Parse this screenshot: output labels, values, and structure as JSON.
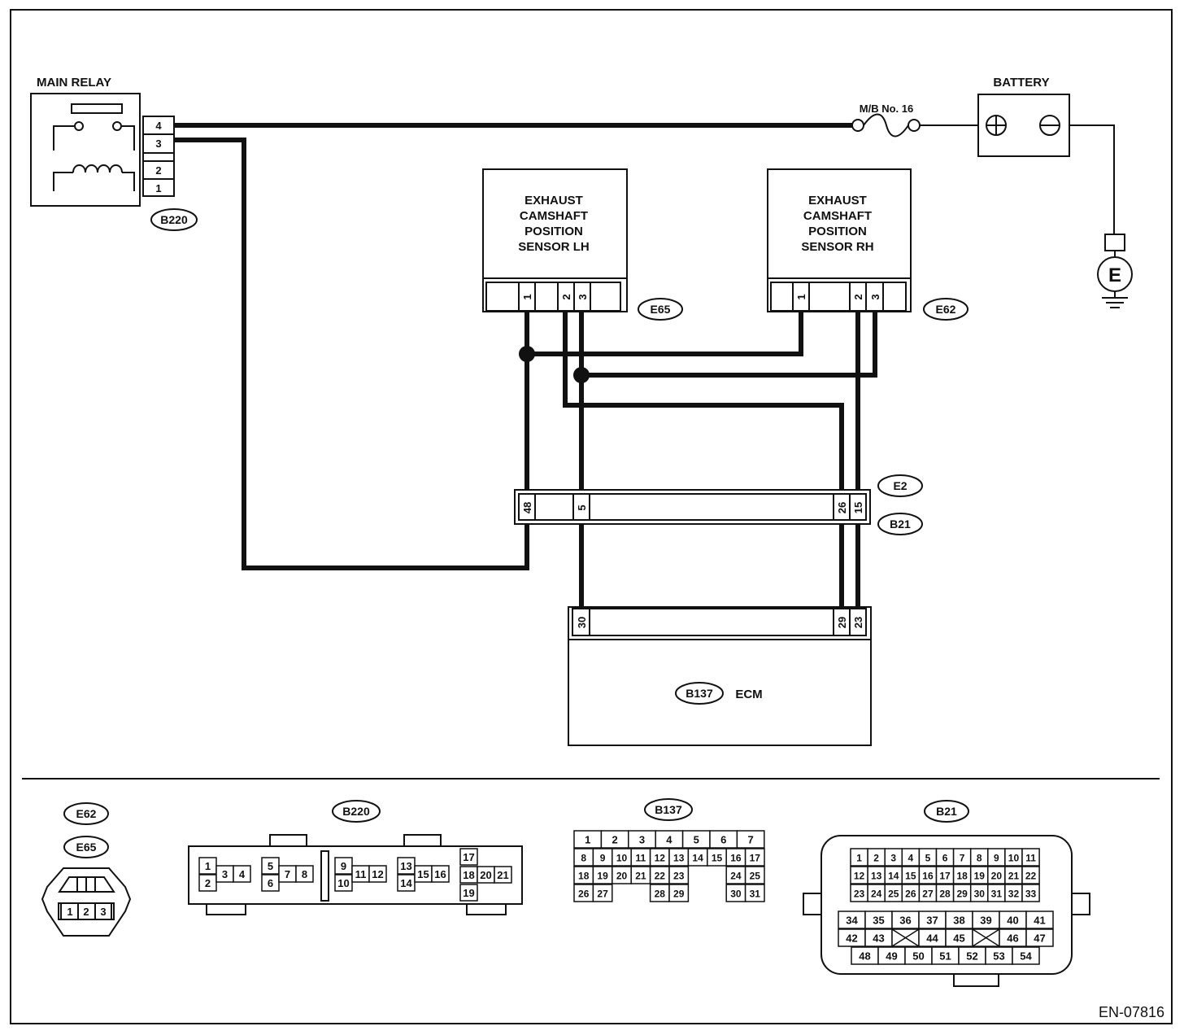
{
  "components": {
    "main_relay": "MAIN RELAY",
    "battery": "BATTERY",
    "fuse": "M/B No. 16",
    "ground": "E",
    "sensor_lh": [
      "EXHAUST",
      "CAMSHAFT",
      "POSITION",
      "SENSOR LH"
    ],
    "sensor_rh": [
      "EXHAUST",
      "CAMSHAFT",
      "POSITION",
      "SENSOR RH"
    ],
    "ecm": "ECM"
  },
  "connectors": {
    "b220": "B220",
    "e65": "E65",
    "e62": "E62",
    "e2": "E2",
    "b21": "B21",
    "b137": "B137"
  },
  "pins": {
    "relay": [
      "4",
      "3",
      "2",
      "1"
    ],
    "e65": [
      "1",
      "2",
      "3"
    ],
    "e62": [
      "1",
      "2",
      "3"
    ],
    "joint": [
      "48",
      "5",
      "26",
      "15"
    ],
    "ecm": [
      "30",
      "29",
      "23"
    ]
  },
  "faces": {
    "e62_e65": [
      "1",
      "2",
      "3"
    ],
    "b220": {
      "g1": [
        [
          "1",
          ""
        ],
        [
          "2",
          "3",
          "4"
        ]
      ],
      "g2": [
        [
          "5",
          ""
        ],
        [
          "6",
          "7",
          "8"
        ]
      ],
      "g3": [
        [
          "9",
          ""
        ],
        [
          "10",
          "11",
          "12"
        ]
      ],
      "g4": [
        [
          "13",
          ""
        ],
        [
          "14",
          "15",
          "16"
        ]
      ],
      "g5": [
        [
          "17"
        ],
        [
          "18",
          "20",
          "21"
        ],
        [
          "19"
        ]
      ]
    },
    "b137": {
      "rows": [
        [
          "1",
          "2",
          "3",
          "4",
          "5",
          "6",
          "7"
        ],
        [
          "8",
          "9",
          "10",
          "11",
          "12",
          "13",
          "14",
          "15",
          "16",
          "17"
        ],
        [
          "18",
          "19",
          "20",
          "21",
          "22",
          "23",
          "",
          "",
          "24",
          "25"
        ],
        [
          "26",
          "27",
          "",
          "",
          "28",
          "29",
          "",
          "",
          "30",
          "31"
        ]
      ]
    },
    "b21": {
      "upper": [
        [
          "1",
          "2",
          "3",
          "4",
          "5",
          "6",
          "7",
          "8",
          "9",
          "10",
          "11"
        ],
        [
          "12",
          "13",
          "14",
          "15",
          "16",
          "17",
          "18",
          "19",
          "20",
          "21",
          "22"
        ],
        [
          "23",
          "24",
          "25",
          "26",
          "27",
          "28",
          "29",
          "30",
          "31",
          "32",
          "33"
        ]
      ],
      "lower": [
        [
          "34",
          "35",
          "36",
          "37",
          "38",
          "39",
          "40",
          "41"
        ],
        [
          "42",
          "43",
          "X",
          "44",
          "45",
          "X",
          "46",
          "47"
        ],
        [
          "48",
          "49",
          "50",
          "51",
          "52",
          "53",
          "54"
        ]
      ]
    }
  },
  "doc_code": "EN-07816"
}
